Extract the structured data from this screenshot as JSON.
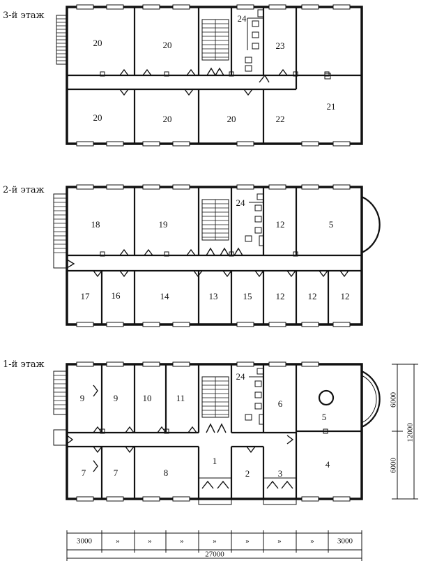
{
  "floors": [
    {
      "key": "f3",
      "title": "3-й этаж",
      "rooms": [
        "20",
        "20",
        "24",
        "23",
        "20",
        "20",
        "20",
        "22",
        "21"
      ]
    },
    {
      "key": "f2",
      "title": "2-й этаж",
      "rooms": [
        "18",
        "19",
        "24",
        "12",
        "5",
        "17",
        "16",
        "14",
        "13",
        "15",
        "12",
        "12",
        "12"
      ]
    },
    {
      "key": "f1",
      "title": "1-й этаж",
      "rooms": [
        "9",
        "9",
        "10",
        "11",
        "24",
        "6",
        "5",
        "7",
        "7",
        "8",
        "1",
        "2",
        "3",
        "4"
      ]
    }
  ],
  "dimensions": {
    "horizontal_segments": [
      "3000",
      "»",
      "»",
      "»",
      "»",
      "»",
      "»",
      "»",
      "3000"
    ],
    "horizontal_total": "27000",
    "vertical_segments": [
      "6000",
      "6000"
    ],
    "vertical_total": "12000"
  }
}
